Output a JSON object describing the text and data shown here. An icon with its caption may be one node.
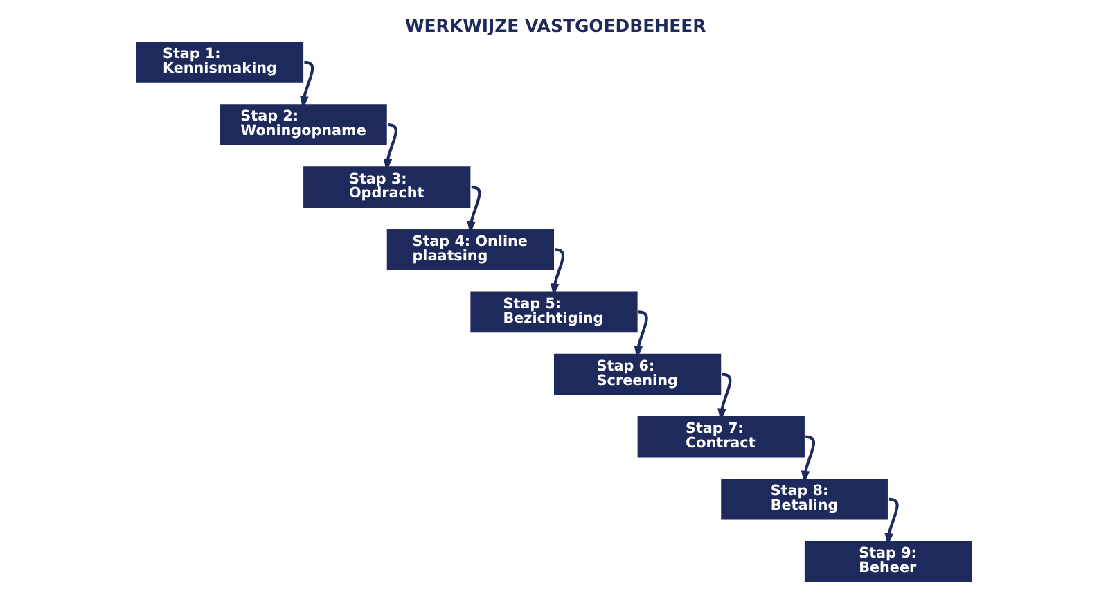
{
  "diagram": {
    "title": "WERKWIJZE VASTGOEDBEHEER",
    "nodes": [
      {
        "text": [
          "Stap 1: Kennismaking"
        ]
      },
      {
        "text": [
          "Stap 2: Woningopname"
        ]
      },
      {
        "text": [
          "Stap 3: Opdracht"
        ]
      },
      {
        "text": [
          "Stap 4: Online plaatsing"
        ]
      },
      {
        "text": [
          "Stap 5: Bezichtiging"
        ]
      },
      {
        "text": [
          "Stap 6: Screening"
        ]
      },
      {
        "text": [
          "Stap 7: Contract"
        ]
      },
      {
        "text": [
          "Stap 8: Betaling"
        ]
      },
      {
        "text": [
          "Stap 9: Beheer"
        ]
      }
    ],
    "edges": [
      {
        "from": 0,
        "to": 1,
        "arrow": "to"
      },
      {
        "from": 1,
        "to": 2,
        "arrow": "to"
      },
      {
        "from": 2,
        "to": 3,
        "arrow": "to"
      },
      {
        "from": 3,
        "to": 4,
        "arrow": "to"
      },
      {
        "from": 4,
        "to": 5,
        "arrow": "to"
      },
      {
        "from": 5,
        "to": 6,
        "arrow": "to"
      },
      {
        "from": 6,
        "to": 7,
        "arrow": "to"
      },
      {
        "from": 7,
        "to": 8,
        "arrow": "to"
      }
    ]
  }
}
